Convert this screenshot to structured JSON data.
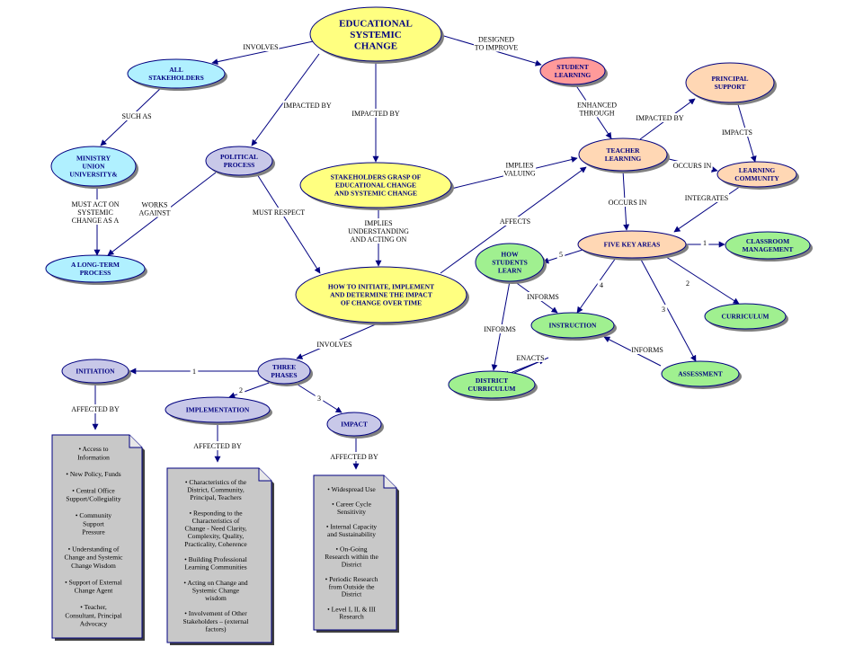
{
  "colors": {
    "yellow": "#ffff80",
    "cyan": "#b0f0ff",
    "lavender": "#c8c8e8",
    "peach": "#ffd7b4",
    "pink": "#ff9a9a",
    "green": "#a0f090",
    "gray": "#c8c8c8",
    "arrow": "#000080"
  },
  "nodes": {
    "educational_change": [
      "EDUCATIONAL",
      "SYSTEMIC",
      "CHANGE"
    ],
    "all_stakeholders": [
      "ALL",
      "STAKEHOLDERS"
    ],
    "ministry": [
      "MINISTRY",
      "UNION",
      "UNIVERSITY&"
    ],
    "long_term": [
      "A LONG-TERM",
      "PROCESS"
    ],
    "political_process": [
      "POLITICAL",
      "PROCESS"
    ],
    "stakeholders_grasp": [
      "STAKEHOLDERS GRASP OF",
      "EDUCATIONAL CHANGE",
      "AND SYSTEMIC CHANGE"
    ],
    "how_to_initiate": [
      "HOW TO INITIATE, IMPLEMENT",
      "AND DETERMINE THE IMPACT",
      "OF CHANGE OVER TIME"
    ],
    "student_learning": [
      "STUDENT",
      "LEARNING"
    ],
    "principal_support": [
      "PRINCIPAL",
      "SUPPORT"
    ],
    "teacher_learning": [
      "TEACHER",
      "LEARNING"
    ],
    "learning_community": [
      "LEARNING",
      "COMMUNITY"
    ],
    "five_key_areas": [
      "FIVE KEY AREAS"
    ],
    "classroom_management": [
      "CLASSROOM",
      "MANAGEMENT"
    ],
    "how_students_learn": [
      "HOW",
      "STUDENTS",
      "LEARN"
    ],
    "instruction": [
      "INSTRUCTION"
    ],
    "curriculum": [
      "CURRICULUM"
    ],
    "district_curriculum": [
      "DISTRICT",
      "CURRICULUM"
    ],
    "assessment": [
      "ASSESSMENT"
    ],
    "three_phases": [
      "THREE",
      "PHASES"
    ],
    "initiation": [
      "INITIATION"
    ],
    "implementation": [
      "IMPLEMENTATION"
    ],
    "impact": [
      "IMPACT"
    ]
  },
  "links": {
    "involves": "INVOLVES",
    "designed_to_improve": [
      "DESIGNED",
      "TO IMPROVE"
    ],
    "such_as": "SUCH AS",
    "impacted_by_1": "IMPACTED BY",
    "impacted_by_2": "IMPACTED BY",
    "must_act_on": [
      "MUST ACT ON",
      "SYSTEMIC",
      "CHANGE AS A"
    ],
    "works_against": [
      "WORKS",
      "AGAINST"
    ],
    "must_respect": "MUST RESPECT",
    "implies_valuing": [
      "IMPLIES",
      "VALUING"
    ],
    "implies_understanding": [
      "IMPLIES",
      "UNDERSTANDING",
      "AND ACTING ON"
    ],
    "affects": "AFFECTS",
    "enhanced_through": [
      "ENHANCED",
      "THROUGH"
    ],
    "impacted_by_3": "IMPACTED BY",
    "impacts": "IMPACTS",
    "occurs_in_1": "OCCURS IN",
    "occurs_in_2": "OCCURS IN",
    "integrates": "INTEGRATES",
    "informs_1": "INFORMS",
    "informs_2": "INFORMS",
    "informs_3": "INFORMS",
    "enacts": "ENACTS",
    "involves_2": "INVOLVES",
    "affected_by_1": "AFFECTED BY",
    "affected_by_2": "AFFECTED BY",
    "affected_by_3": "AFFECTED BY",
    "num_1a": "1",
    "num_2a": "2",
    "num_3a": "3",
    "num_1b": "1",
    "num_2b": "2",
    "num_3b": "3",
    "num_4b": "4",
    "num_5b": "5"
  },
  "documents": {
    "initiation": [
      "• Access to",
      "Information",
      "",
      "• New Policy, Funds",
      "",
      "• Central Office",
      "Support/Collegiality",
      "",
      "• Community",
      "Support",
      "Pressure",
      "",
      "• Understanding of",
      "Change and Systemic",
      "Change Wisdom",
      "",
      "• Support of External",
      "Change Agent",
      "",
      "• Teacher,",
      "Consultant, Principal",
      "Advocacy"
    ],
    "implementation": [
      "• Characteristics of the",
      "District, Community,",
      "Principal, Teachers",
      "",
      "• Responding to the",
      "Characteristics of",
      "Change - Need Clarity,",
      "Complexity, Quality,",
      "Practicality, Coherence",
      "",
      "• Building Professional",
      "Learning Communities",
      "",
      "• Acting on Change and",
      "Systemic Change",
      "wisdom",
      "",
      "• Involvement of Other",
      "Stakeholders – (external",
      "factors)"
    ],
    "impact": [
      "• Widespread Use",
      "",
      "• Career Cycle",
      "Sensitivity",
      "",
      "• Internal Capacity",
      "and Sustainability",
      "",
      "• On-Going",
      "Research within the",
      "District",
      "",
      "• Periodic Research",
      "from Outside the",
      "District",
      "",
      "• Level I, II, & III",
      "Research"
    ]
  }
}
